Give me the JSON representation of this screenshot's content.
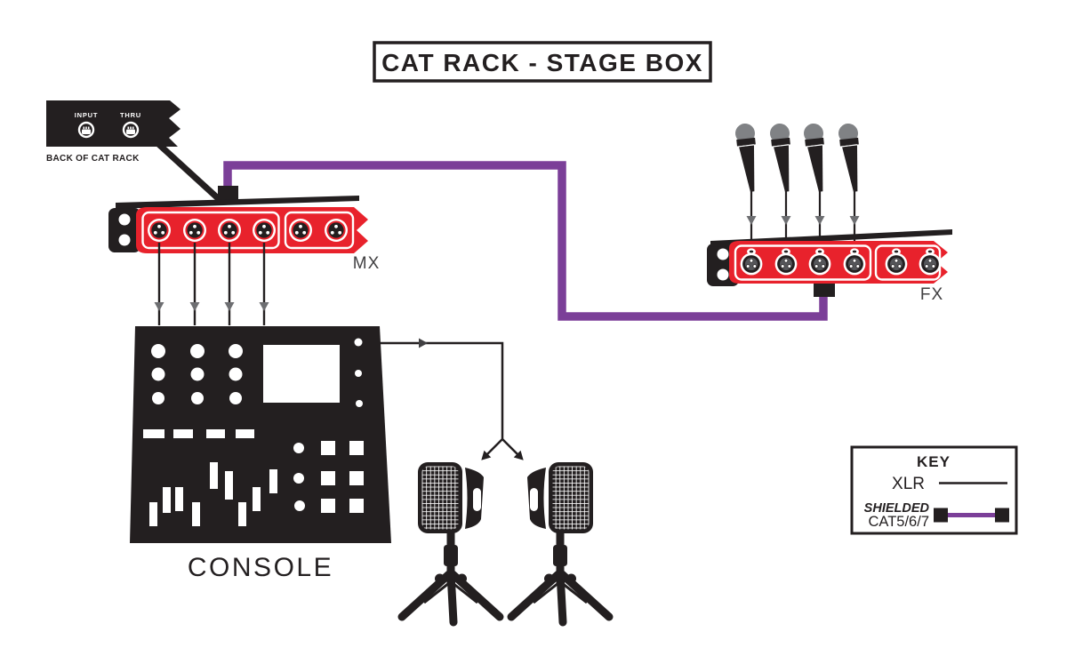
{
  "title": "CAT RACK - STAGE BOX",
  "cat_rack": {
    "caption": "BACK OF CAT RACK",
    "ports": [
      {
        "label": "INPUT"
      },
      {
        "label": "THRU"
      }
    ]
  },
  "stage_boxes": {
    "mx_label": "MX",
    "fx_label": "FX"
  },
  "console": {
    "label": "CONSOLE"
  },
  "key": {
    "title": "KEY",
    "xlr_label": "XLR",
    "shielded_label": "SHIELDED",
    "cat_label": "CAT5/6/7"
  },
  "colors": {
    "red": "#E8222C",
    "purple": "#7B3F98",
    "ink": "#231F20",
    "arrow_gray": "#6D6E71",
    "arrow_dark": "#414042",
    "mic_gray": "#808285",
    "label_gray": "#414042"
  }
}
